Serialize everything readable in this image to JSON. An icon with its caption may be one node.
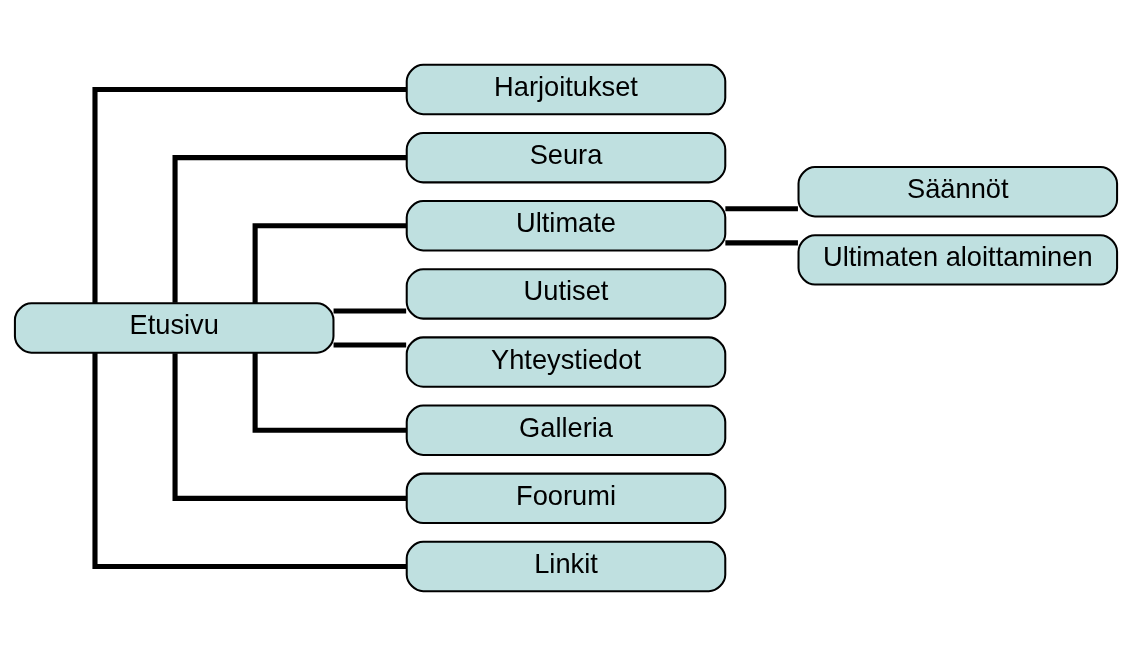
{
  "diagram": {
    "nodes": [
      {
        "text": [
          "Etusivu"
        ]
      },
      {
        "text": [
          "Harjoitukset"
        ]
      },
      {
        "text": [
          "Seura"
        ]
      },
      {
        "text": [
          "Ultimate"
        ]
      },
      {
        "text": [
          "Säännöt"
        ]
      },
      {
        "text": [
          "Ultimaten aloittaminen"
        ]
      },
      {
        "text": [
          "Uutiset"
        ]
      },
      {
        "text": [
          "Yhteystiedot"
        ]
      },
      {
        "text": [
          "Galleria"
        ]
      },
      {
        "text": [
          "Foorumi"
        ]
      },
      {
        "text": [
          "Linkit"
        ]
      }
    ],
    "edges": [
      {
        "from": 0,
        "to": 1,
        "arrow": "none"
      },
      {
        "from": 0,
        "to": 2,
        "arrow": "none"
      },
      {
        "from": 0,
        "to": 3,
        "arrow": "none"
      },
      {
        "from": 3,
        "to": 4,
        "arrow": "none"
      },
      {
        "from": 3,
        "to": 5,
        "arrow": "none"
      },
      {
        "from": 0,
        "to": 6,
        "arrow": "none"
      },
      {
        "from": 0,
        "to": 7,
        "arrow": "none"
      },
      {
        "from": 0,
        "to": 8,
        "arrow": "none"
      },
      {
        "from": 0,
        "to": 9,
        "arrow": "none"
      },
      {
        "from": 0,
        "to": 10,
        "arrow": "none"
      }
    ]
  }
}
